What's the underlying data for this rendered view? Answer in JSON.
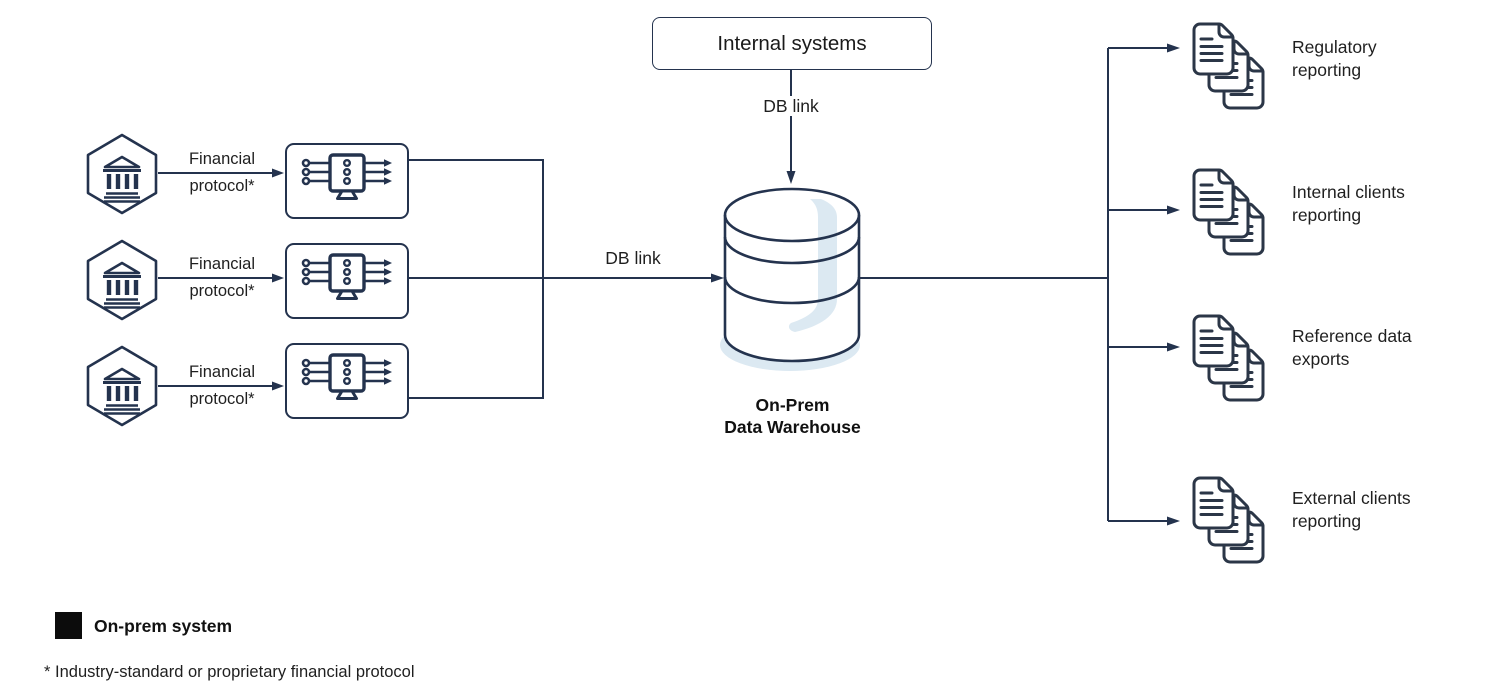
{
  "colors": {
    "line": "#24334e",
    "icon_stroke": "#24334e",
    "text": "#1f1f1f",
    "shadow_blue": "#dce9f2",
    "legend_square": "#0c0c0c",
    "background": "#ffffff",
    "node_fill": "#ffffff"
  },
  "internal_systems": {
    "label": "Internal systems"
  },
  "db_links": {
    "top": "DB link",
    "main": "DB link"
  },
  "sources": [
    {
      "protocol_top": "Financial",
      "protocol_bottom": "protocol*"
    },
    {
      "protocol_top": "Financial",
      "protocol_bottom": "protocol*"
    },
    {
      "protocol_top": "Financial",
      "protocol_bottom": "protocol*"
    }
  ],
  "warehouse": {
    "name_line1": "On-Prem",
    "name_line2": "Data Warehouse"
  },
  "outputs": [
    {
      "line1": "Regulatory",
      "line2": "reporting"
    },
    {
      "line1": "Internal clients",
      "line2": "reporting"
    },
    {
      "line1": "Reference data",
      "line2": "exports"
    },
    {
      "line1": "External clients",
      "line2": "reporting"
    }
  ],
  "legend": {
    "onprem_label": "On-prem system"
  },
  "footnote": "* Industry-standard or proprietary financial protocol",
  "icons": {
    "source": "bank-hexagon-icon",
    "gateway": "gateway-server-icon",
    "warehouse": "database-cylinder-icon",
    "output": "documents-stack-icon"
  }
}
